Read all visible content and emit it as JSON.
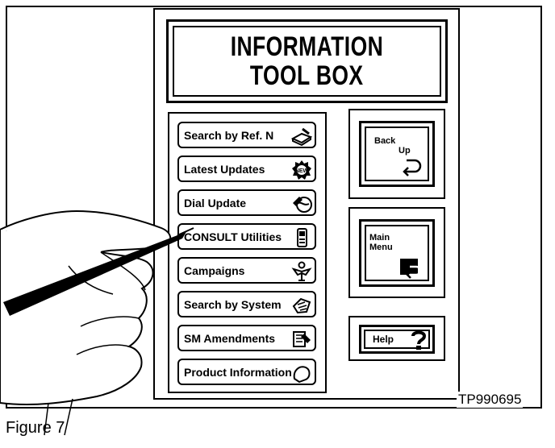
{
  "panel": {
    "title_line1": "INFORMATION",
    "title_line2": "TOOL BOX"
  },
  "menu_items": [
    {
      "label": "Search by Ref. N",
      "icon": "book-pen-icon"
    },
    {
      "label": "Latest Updates",
      "icon": "new-badge-icon"
    },
    {
      "label": "Dial Update",
      "icon": "globe-dial-icon"
    },
    {
      "label": "CONSULT Utilities",
      "icon": "consult-device-icon"
    },
    {
      "label": "Campaigns",
      "icon": "campaign-figure-icon"
    },
    {
      "label": "Search by System",
      "icon": "system-gear-icon"
    },
    {
      "label": "SM Amendments",
      "icon": "manual-pages-icon"
    },
    {
      "label": "Product Information",
      "icon": "product-info-icon"
    }
  ],
  "side_buttons": {
    "back_up_line1": "Back",
    "back_up_line2": "Up",
    "main_menu_line1": "Main",
    "main_menu_line2": "Menu",
    "help": "Help"
  },
  "caption": "TP990695",
  "figure_label": "Figure 7"
}
